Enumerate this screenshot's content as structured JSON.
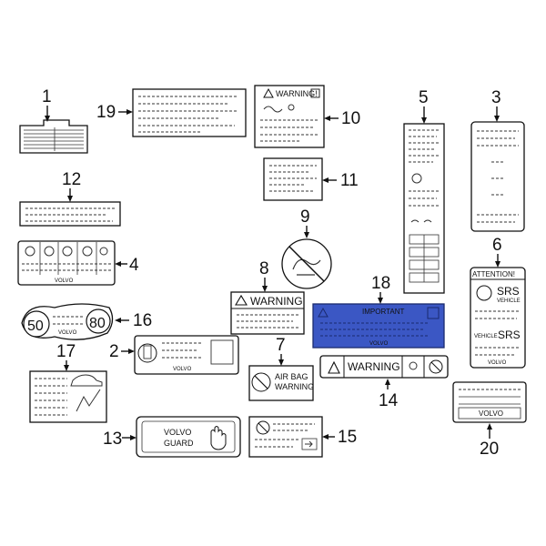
{
  "callouts": {
    "n1": "1",
    "n2": "2",
    "n3": "3",
    "n4": "4",
    "n5": "5",
    "n6": "6",
    "n7": "7",
    "n8": "8",
    "n9": "9",
    "n10": "10",
    "n11": "11",
    "n12": "12",
    "n13": "13",
    "n14": "14",
    "n15": "15",
    "n16": "16",
    "n17": "17",
    "n18": "18",
    "n19": "19",
    "n20": "20"
  },
  "labels": {
    "warning_10": "WARNING!",
    "attention_6": "ATTENTION!",
    "srs_vehicle_top": "SRS",
    "vehicle_small_top": "VEHICLE",
    "vehicle_small_bottom": "VEHICLE",
    "srs_vehicle_bottom": "SRS",
    "volvo_6": "VOLVO",
    "warning_8": "WARNING",
    "important_18": "IMPORTANT",
    "volvo_18": "VOLVO",
    "airbag_line1": "AIR BAG",
    "airbag_line2": "WARNING",
    "warning_14": "WARNING",
    "speed_50": "50",
    "speed_80": "80",
    "volvo_16": "VOLVO",
    "volvo_2": "VOLVO",
    "volvo_4": "VOLVO",
    "volvo_20": "VOLVO",
    "volvo_guard_line1": "VOLVO",
    "volvo_guard_line2": "GUARD"
  },
  "colors": {
    "label_18_fill": "#3b57c4",
    "ink": "#111111"
  }
}
